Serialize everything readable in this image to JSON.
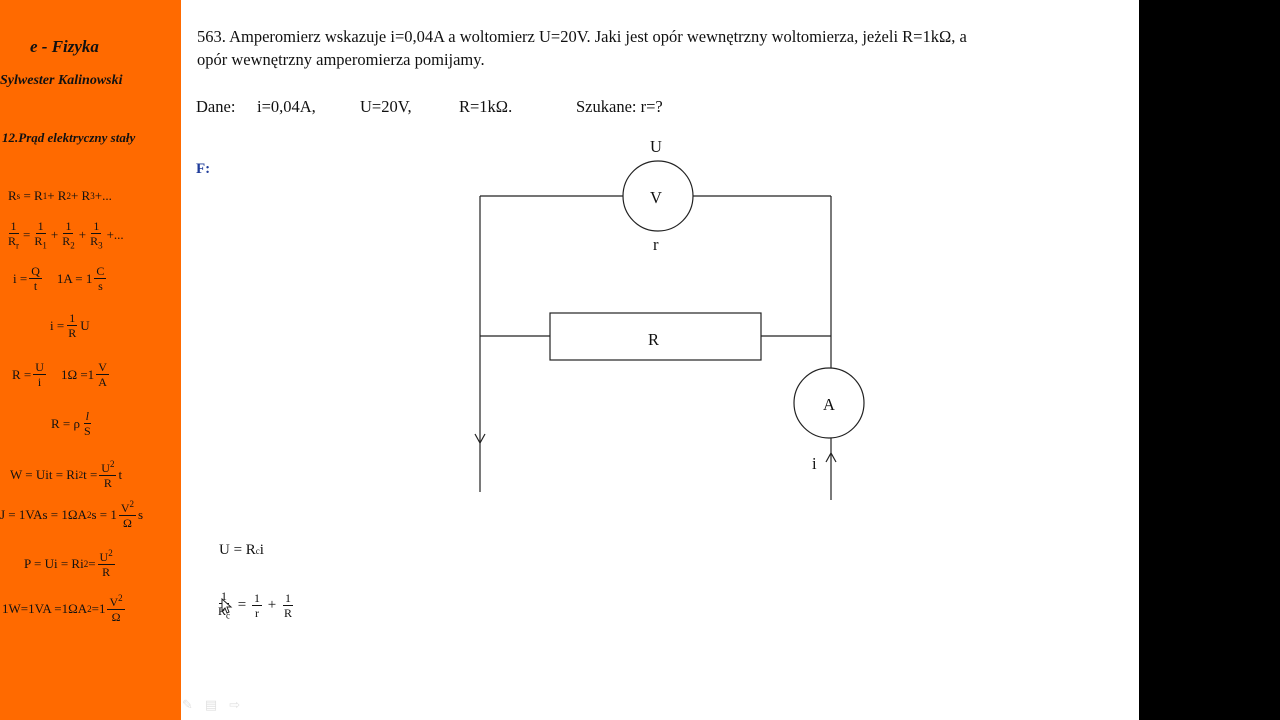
{
  "sidebar": {
    "brand": "e - Fizyka",
    "author": "Sylwester Kalinowski",
    "chapter": "12.Prąd elektryczny stały"
  },
  "problem": {
    "line1": "563. Amperomierz wskazuje i=0,04A a woltomierz U=20V. Jaki jest opór wewnętrzny woltomierza, jeżeli R=1kΩ, a",
    "line2": "opór wewnętrzny amperomierza pomijamy.",
    "dane_label": "Dane:",
    "dane_i": "i=0,04A,",
    "dane_u": "U=20V,",
    "dane_r": "R=1kΩ.",
    "szukane": "Szukane: r=?",
    "f_label": "F:"
  },
  "circuit": {
    "voltmeter_symbol": "V",
    "voltmeter_top_label": "U",
    "voltmeter_bottom_label": "r",
    "resistor_label": "R",
    "ammeter_symbol": "A",
    "current_label": "i"
  },
  "icons": [
    "pen-icon",
    "menu-icon",
    "arrow-icon"
  ]
}
